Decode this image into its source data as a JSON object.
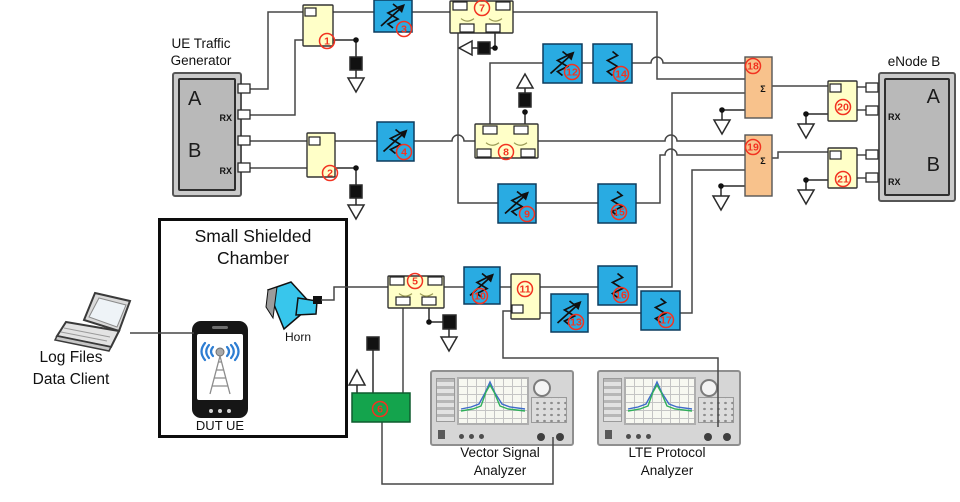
{
  "traffic_generator": {
    "title": "UE Traffic\nGenerator",
    "section_a": "A",
    "section_b": "B",
    "rx_label": "RX"
  },
  "enodeb": {
    "title": "eNode B",
    "section_a": "A",
    "section_b": "B",
    "rx_label": "RX"
  },
  "chamber": {
    "title": "Small Shielded Chamber",
    "horn": "Horn",
    "dut": "DUT UE"
  },
  "client": {
    "label": "Log Files\nData Client"
  },
  "analyzers": {
    "vsa": "Vector Signal\nAnalyzer",
    "lte": "LTE Protocol\nAnalyzer"
  },
  "combiner_symbol": "Σ",
  "components": [
    {
      "num": "1",
      "kind": "tap"
    },
    {
      "num": "2",
      "kind": "tap"
    },
    {
      "num": "3",
      "kind": "variable-attenuator"
    },
    {
      "num": "4",
      "kind": "variable-attenuator"
    },
    {
      "num": "5",
      "kind": "coupler"
    },
    {
      "num": "6",
      "kind": "switch-box"
    },
    {
      "num": "7",
      "kind": "coupler"
    },
    {
      "num": "8",
      "kind": "coupler"
    },
    {
      "num": "9",
      "kind": "variable-attenuator"
    },
    {
      "num": "10",
      "kind": "variable-attenuator"
    },
    {
      "num": "11",
      "kind": "tap"
    },
    {
      "num": "12",
      "kind": "variable-attenuator"
    },
    {
      "num": "13",
      "kind": "variable-attenuator"
    },
    {
      "num": "14",
      "kind": "fixed-attenuator"
    },
    {
      "num": "15",
      "kind": "fixed-attenuator"
    },
    {
      "num": "16",
      "kind": "fixed-attenuator"
    },
    {
      "num": "17",
      "kind": "fixed-attenuator"
    },
    {
      "num": "18",
      "kind": "combiner"
    },
    {
      "num": "19",
      "kind": "combiner"
    },
    {
      "num": "20",
      "kind": "tap"
    },
    {
      "num": "21",
      "kind": "tap"
    }
  ],
  "colors": {
    "attenuator_fill": "#29abe2",
    "attenuator_border": "#0d3c5e",
    "tap_fill": "#ffffc8",
    "combiner_fill": "#f8c28c",
    "switch_fill": "#14a44d",
    "badge": "#f23321",
    "wire": "#474747"
  }
}
